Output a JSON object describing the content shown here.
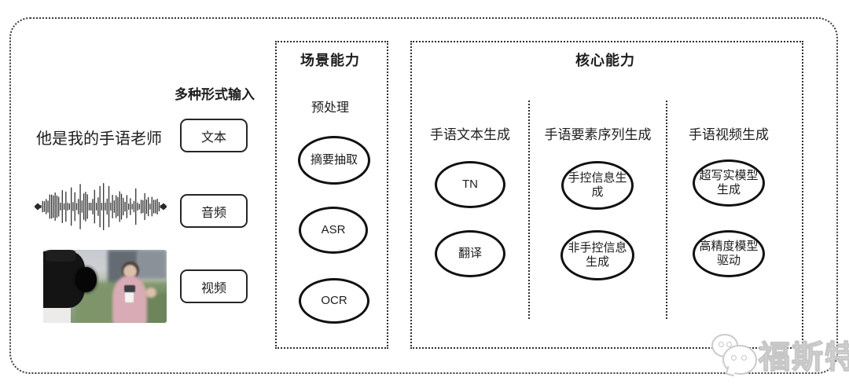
{
  "colors": {
    "background": "#ffffff",
    "ink": "#1d1d1d",
    "panel_border": "#2f2f2f",
    "watermark_gray": "#c6c6c6"
  },
  "input_section": {
    "label": "多种形式输入",
    "text_example": "他是我的手语老师",
    "items": [
      {
        "label": "文本"
      },
      {
        "label": "音频"
      },
      {
        "label": "视频"
      }
    ],
    "graphics": [
      {
        "icon": "audio-waveform-graphic"
      },
      {
        "icon": "news-reporter-photo"
      }
    ]
  },
  "scene_section": {
    "title": "场景能力",
    "subtitle": "预处理",
    "nodes": [
      {
        "label": "摘要抽取"
      },
      {
        "label": "ASR"
      },
      {
        "label": "OCR"
      }
    ]
  },
  "core_section": {
    "title": "核心能力",
    "columns": [
      {
        "header": "手语文本生成",
        "nodes": [
          {
            "label": "TN"
          },
          {
            "label": "翻译"
          }
        ]
      },
      {
        "header": "手语要素序列生成",
        "nodes": [
          {
            "label": "手控信息生成"
          },
          {
            "label": "非手控信息生成"
          }
        ]
      },
      {
        "header": "手语视频生成",
        "nodes": [
          {
            "label": "超写实模型生成"
          },
          {
            "label": "高精度模型驱动"
          }
        ]
      }
    ]
  },
  "watermark": {
    "text": "福斯特",
    "icon": "wechat-bubbles-icon"
  }
}
